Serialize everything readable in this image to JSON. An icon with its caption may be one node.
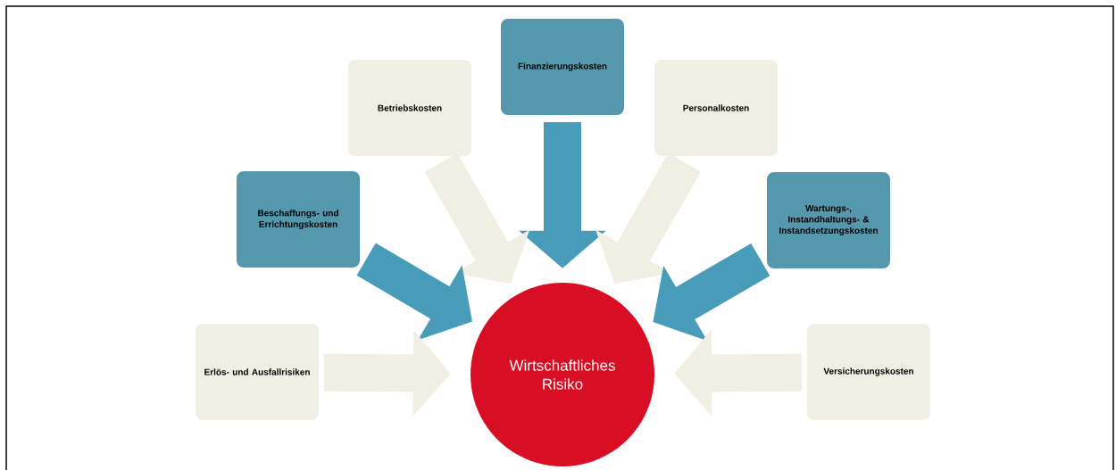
{
  "diagram": {
    "nodes": [
      {
        "text": [
          "Finanzierungskosten"
        ]
      },
      {
        "text": [
          "Betriebskosten"
        ]
      },
      {
        "text": [
          "Personalkosten"
        ]
      },
      {
        "text": [
          "Beschaffungs- und Errichtungskosten"
        ]
      },
      {
        "text": [
          "Wartungs-, Instandhaltungs- & Instandsetzungskosten"
        ]
      },
      {
        "text": [
          "Erlös- und Ausfallrisiken"
        ]
      },
      {
        "text": [
          "Versicherungskosten"
        ]
      },
      {
        "text": [
          "Wirtschaftliches Risiko"
        ]
      }
    ],
    "edges": [
      {
        "from": 0,
        "to": 7,
        "arrow": "to",
        "color": "#5597ad"
      },
      {
        "from": 1,
        "to": 7,
        "arrow": "to"
      },
      {
        "from": 2,
        "to": 7,
        "arrow": "to"
      },
      {
        "from": 3,
        "to": 7,
        "arrow": "to",
        "color": "#5597ad"
      },
      {
        "from": 4,
        "to": 7,
        "arrow": "to",
        "color": "#5597ad"
      },
      {
        "from": 5,
        "to": 7,
        "arrow": "to"
      },
      {
        "from": 6,
        "to": 7,
        "arrow": "to"
      }
    ]
  }
}
